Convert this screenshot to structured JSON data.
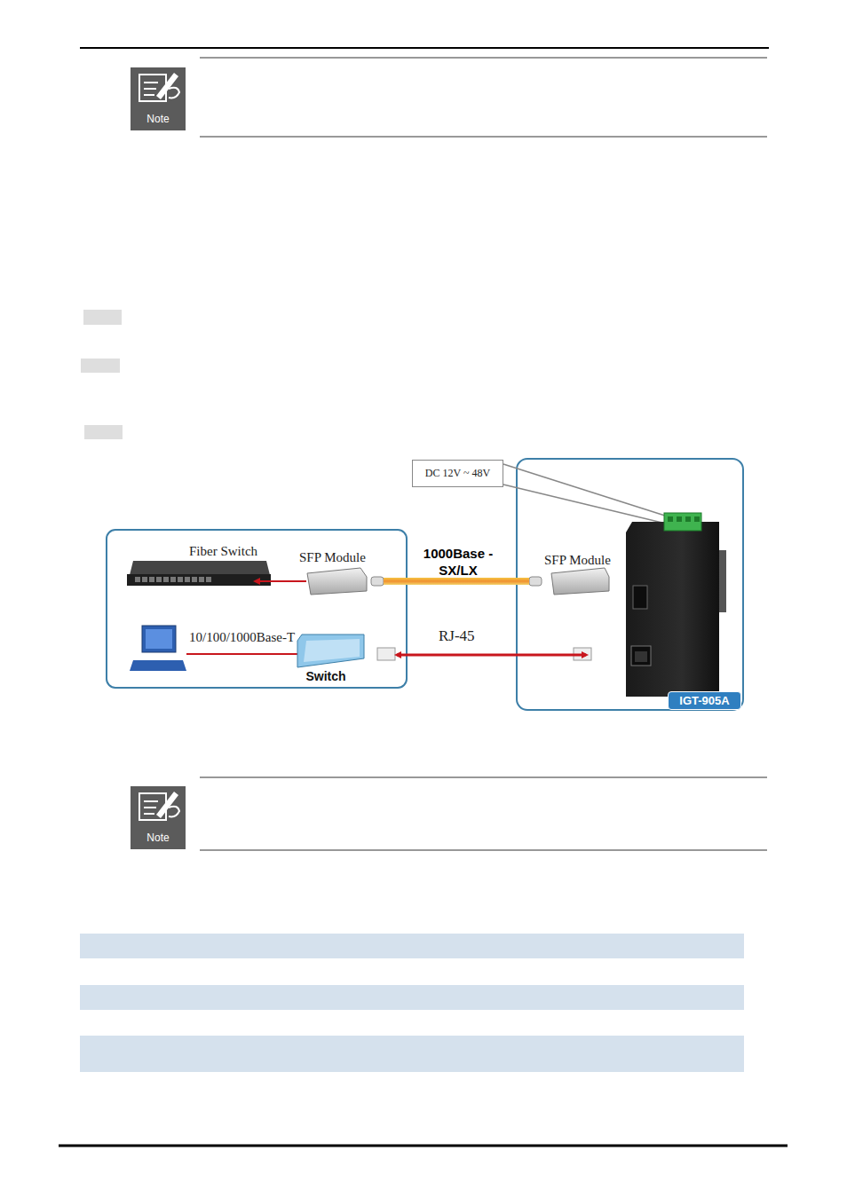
{
  "diagram": {
    "nodes": [
      {
        "text": [
          "DC 12V ~ 48V"
        ]
      },
      {
        "text": [
          "IGT-905A"
        ]
      }
    ],
    "labels": [
      "Note",
      "Fiber Switch",
      "SFP Module",
      "1000Base -SX/LX",
      "SFP Module",
      "10/100/1000Base-T",
      "RJ-45",
      "Switch",
      "Note"
    ]
  }
}
